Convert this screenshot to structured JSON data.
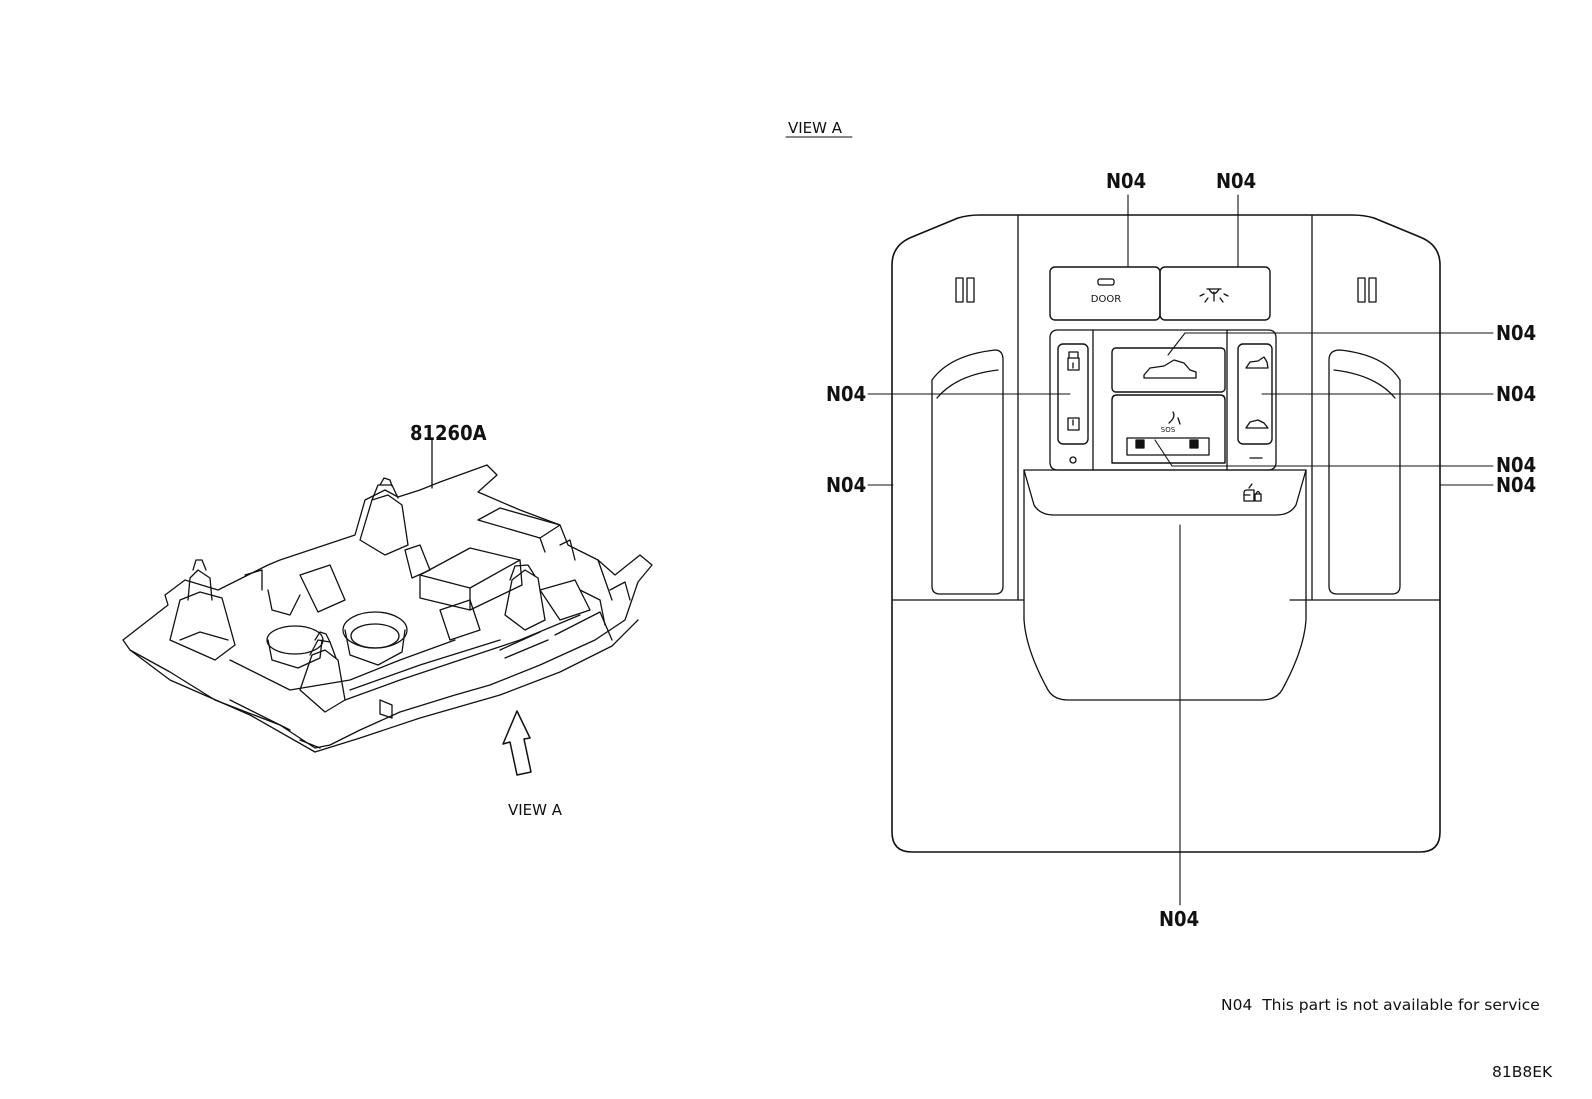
{
  "left_view": {
    "part_number": "81260A",
    "view_arrow_label": "VIEW A"
  },
  "right_view": {
    "title": "VIEW A",
    "callout_code": "N04",
    "switch_labels": {
      "door": "DOOR",
      "sos": "SOS"
    }
  },
  "footer": {
    "legend_code": "N04",
    "legend_text": "This part is not available for service",
    "diagram_id": "81B8EK"
  }
}
